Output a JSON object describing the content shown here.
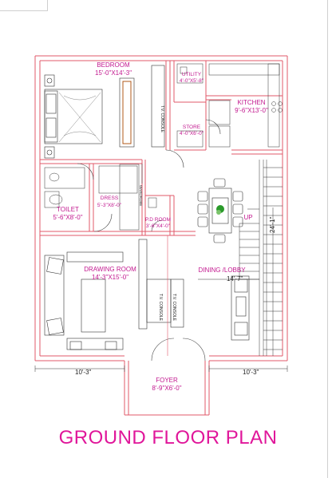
{
  "title": "GROUND FLOOR PLAN",
  "rooms": {
    "bedroom": {
      "name": "BEDROOM",
      "size": "15'-0\"X14'-3\""
    },
    "utility": {
      "name": "UTILITY",
      "size": "4'-0\"X5'-8\""
    },
    "kitchen": {
      "name": "KITCHEN",
      "size": "9'-6\"X13'-0\""
    },
    "store": {
      "name": "STORE",
      "size": "4'-0\"X6'-0\""
    },
    "toilet": {
      "name": "TOILET",
      "size": "5'-6\"X8'-0\""
    },
    "dress": {
      "name": "DRESS",
      "size": "5'-3\"X8'-0\""
    },
    "pooja": {
      "name": "P.D ROOM",
      "size": "3'-6\"X4'-0\""
    },
    "drawing": {
      "name": "DRAWING ROOM",
      "size": "14'-3\"X15'-0\""
    },
    "dining": {
      "name": "DINING /LOBBY"
    },
    "foyer": {
      "name": "FOYER",
      "size": "8'-9\"X6'-0\""
    }
  },
  "labels": {
    "wardrobe": "WARDROBE",
    "up": "UP",
    "tv_console_1": "T.V. CONSOLE",
    "tv_console_2": "T.V. CONSOLE",
    "tv_console_3": "T.V. CONSOLE"
  },
  "dimensions": {
    "left_width": "10'-3\"",
    "right_width": "10'-3\"",
    "stair_width": "14'-7\"",
    "stair_length": "24'-1\""
  },
  "colors": {
    "wall": "#e0586a",
    "label": "#c2188f",
    "title": "#e0169a",
    "line": "#222222"
  }
}
